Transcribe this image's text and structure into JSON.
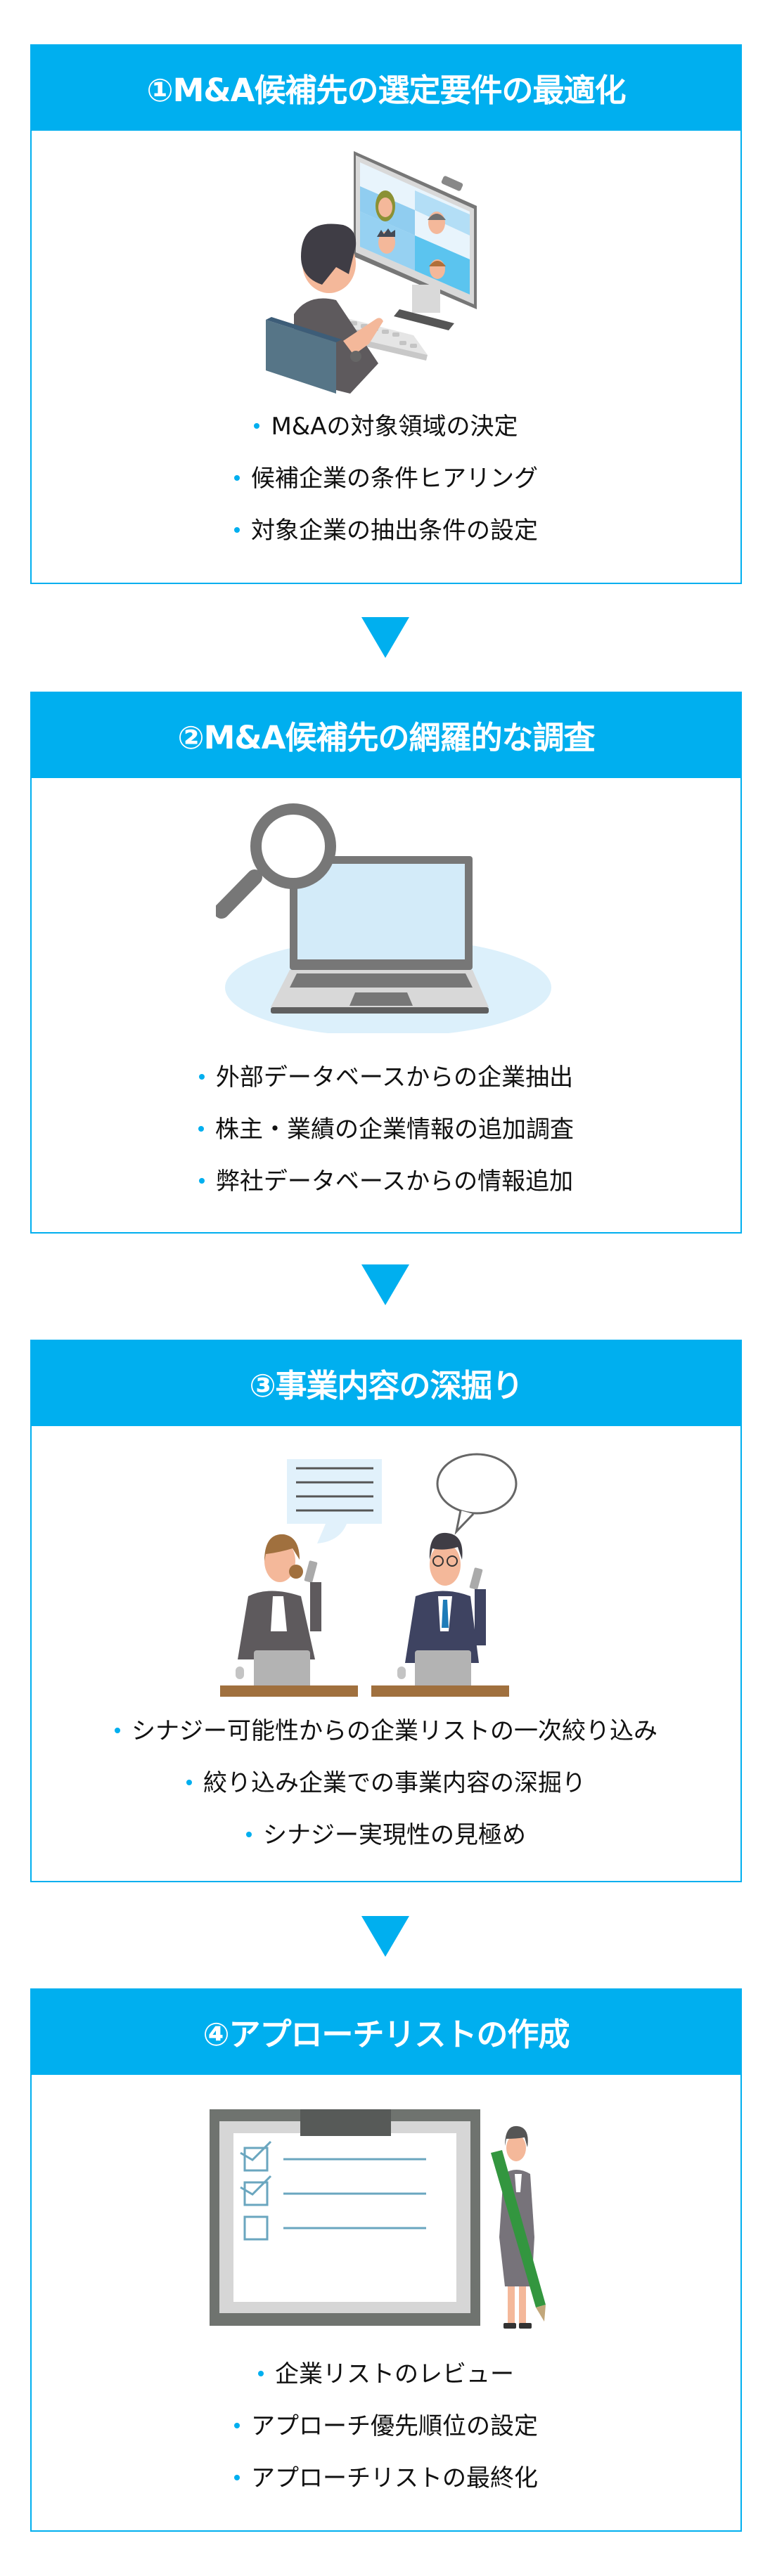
{
  "colors": {
    "accent": "#00AFEF",
    "text": "#111111",
    "header_text": "#FFFFFF"
  },
  "steps": [
    {
      "title": "①M&A候補先の選定要件の最適化",
      "illustration": "man-video-conference-icon",
      "items": [
        "M&Aの対象領域の決定",
        "候補企業の条件ヒアリング",
        "対象企業の抽出条件の設定"
      ]
    },
    {
      "title": "②M&A候補先の網羅的な調査",
      "illustration": "laptop-magnifier-icon",
      "items": [
        "外部データベースからの企業抽出",
        "株主・業績の企業情報の追加調査",
        "弊社データベースからの情報追加"
      ]
    },
    {
      "title": "③事業内容の深掘り",
      "illustration": "business-people-phone-call-icon",
      "items": [
        "シナジー可能性からの企業リストの一次絞り込み",
        "絞り込み企業での事業内容の深掘り",
        "シナジー実現性の見極め"
      ]
    },
    {
      "title": "④アプローチリストの作成",
      "illustration": "checklist-clipboard-woman-pencil-icon",
      "items": [
        "企業リストのレビュー",
        "アプローチ優先順位の設定",
        "アプローチリストの最終化"
      ]
    }
  ],
  "connectors": [
    "down-arrow",
    "down-arrow",
    "down-arrow"
  ]
}
